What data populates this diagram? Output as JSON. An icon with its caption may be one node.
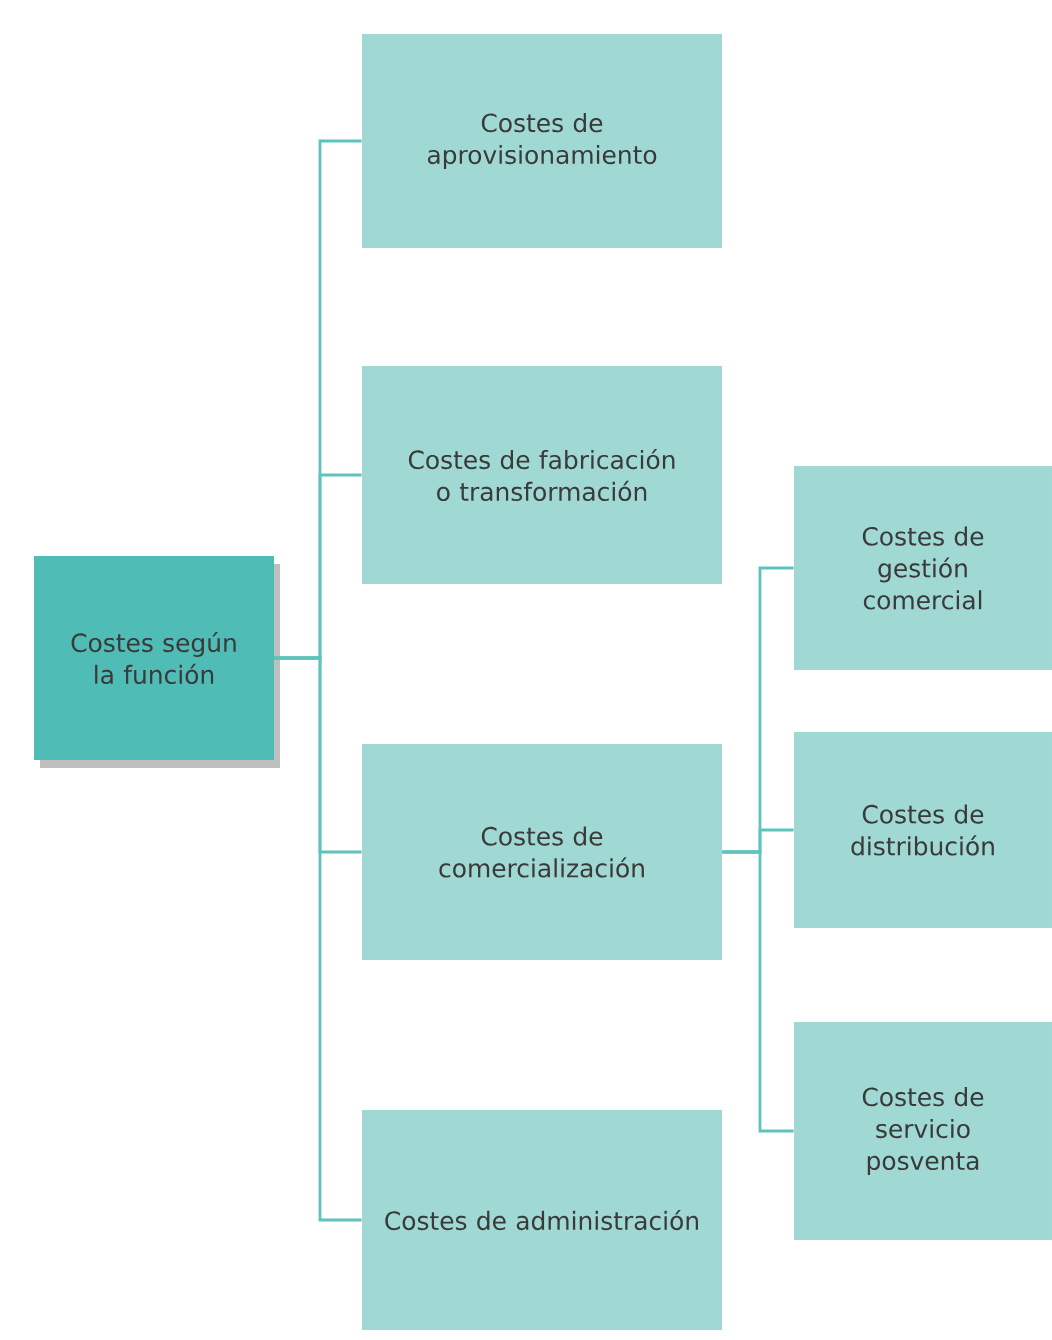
{
  "diagram": {
    "nodes": [
      {
        "text": [
          "Costes según la función"
        ]
      },
      {
        "text": [
          "Costes de aprovisionamiento"
        ]
      },
      {
        "text": [
          "Costes de fabricación o transformación"
        ]
      },
      {
        "text": [
          "Costes de comercialización"
        ]
      },
      {
        "text": [
          "Costes de administración"
        ]
      },
      {
        "text": [
          "Costes de gestión comercial"
        ]
      },
      {
        "text": [
          "Costes de distribución"
        ]
      },
      {
        "text": [
          "Costes de servicio posventa"
        ]
      }
    ],
    "edges": [
      {
        "from": 0,
        "to": 1,
        "arrow": "none"
      },
      {
        "from": 0,
        "to": 2,
        "arrow": "none"
      },
      {
        "from": 0,
        "to": 3,
        "arrow": "none"
      },
      {
        "from": 0,
        "to": 4,
        "arrow": "none"
      },
      {
        "from": 3,
        "to": 5,
        "arrow": "none"
      },
      {
        "from": 3,
        "to": 6,
        "arrow": "none"
      },
      {
        "from": 3,
        "to": 7,
        "arrow": "none"
      }
    ]
  }
}
